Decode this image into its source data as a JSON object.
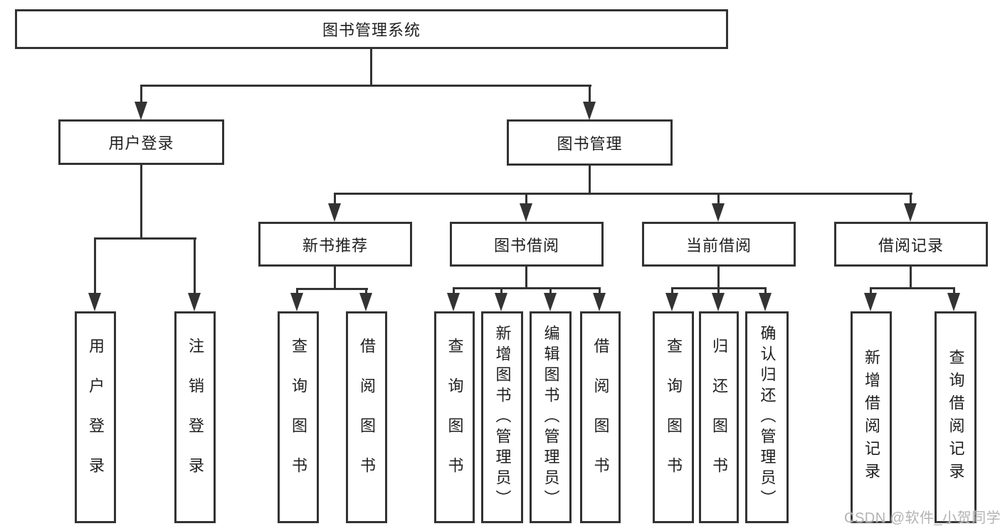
{
  "diagram_title": "图书管理系统",
  "tree": {
    "label": "图书管理系统",
    "children": [
      {
        "label": "用户登录",
        "children": [
          {
            "label": "用户登录"
          },
          {
            "label": "注销登录"
          }
        ]
      },
      {
        "label": "图书管理",
        "children": [
          {
            "label": "新书推荐",
            "children": [
              {
                "label": "查询图书"
              },
              {
                "label": "借阅图书"
              }
            ]
          },
          {
            "label": "图书借阅",
            "children": [
              {
                "label": "查询图书"
              },
              {
                "label": "新增图书（管理员）"
              },
              {
                "label": "编辑图书（管理员）"
              },
              {
                "label": "借阅图书"
              }
            ]
          },
          {
            "label": "当前借阅",
            "children": [
              {
                "label": "查询图书"
              },
              {
                "label": "归还图书"
              },
              {
                "label": "确认归还（管理员）"
              }
            ]
          },
          {
            "label": "借阅记录",
            "children": [
              {
                "label": "新增借阅记录"
              },
              {
                "label": "查询借阅记录"
              }
            ]
          }
        ]
      }
    ]
  },
  "watermark": {
    "text": "CSDN @软件_小贺同学"
  },
  "colors": {
    "line": "#333333",
    "box_border": "#333333",
    "box_fill": "#ffffff",
    "text": "#1f1f1f",
    "background": "#ffffff",
    "watermark": "#b3b3b3"
  }
}
